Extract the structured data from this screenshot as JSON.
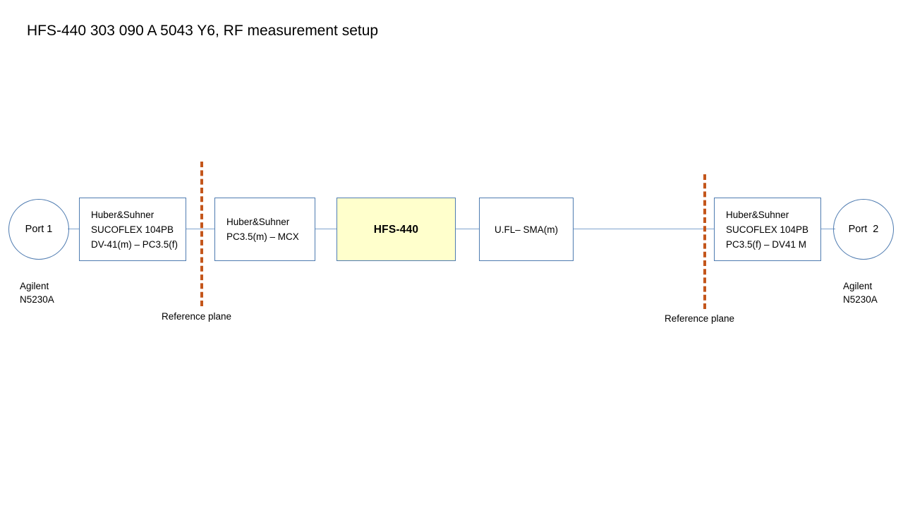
{
  "title": "HFS-440 303 090 A 5043 Y6, RF measurement setup",
  "colors": {
    "box_border": "#4E7BB0",
    "wire": "#7FA3CE",
    "dut_fill": "#FFFFCC",
    "reference_plane": "#C4561B",
    "background": "#FFFFFF",
    "text": "#000000"
  },
  "ports": [
    {
      "label": "Port 1",
      "caption_lines": [
        "Agilent",
        "N5230A"
      ]
    },
    {
      "label": "Port  2",
      "caption_lines": [
        "Agilent",
        "N5230A"
      ]
    }
  ],
  "boxes": [
    {
      "id": "cable-left",
      "lines": [
        "Huber&Suhner",
        "SUCOFLEX 104PB",
        "DV-41(m) – PC3.5(f)"
      ],
      "highlighted": false,
      "centered": false
    },
    {
      "id": "adapter-left",
      "lines": [
        "Huber&Suhner",
        "PC3.5(m) – MCX"
      ],
      "highlighted": false,
      "centered": false
    },
    {
      "id": "dut",
      "lines": [
        "HFS-440"
      ],
      "highlighted": true,
      "centered": true
    },
    {
      "id": "adapter-right",
      "lines": [
        "U.FL– SMA(m)"
      ],
      "highlighted": false,
      "centered": true
    },
    {
      "id": "cable-right",
      "lines": [
        "Huber&Suhner",
        "SUCOFLEX 104PB",
        "PC3.5(f) – DV41 M"
      ],
      "highlighted": false,
      "centered": false
    }
  ],
  "reference_planes": [
    {
      "label": "Reference plane"
    },
    {
      "label": "Reference plane"
    }
  ]
}
